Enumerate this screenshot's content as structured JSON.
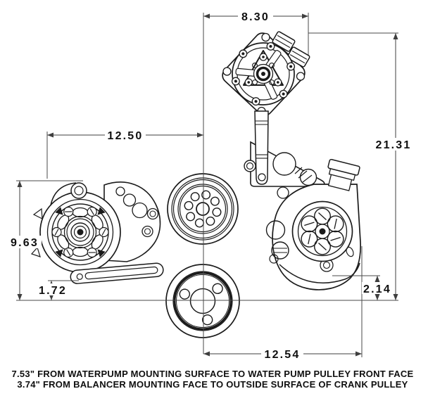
{
  "dimensions": {
    "compressor_mount_width": "8.30",
    "overall_height": "21.31",
    "alternator_to_center_width": "12.50",
    "alternator_height": "9.63",
    "alternator_bottom_offset": "1.72",
    "pump_bottom_offset": "2.14",
    "center_to_pump_width": "12.54"
  },
  "notes": [
    "7.53\" FROM WATERPUMP MOUNTING SURFACE TO WATER PUMP PULLEY FRONT FACE",
    "3.74\" FROM BALANCER MOUNTING FACE TO OUTSIDE SURFACE OF CRANK PULLEY"
  ],
  "colors": {
    "line": "#1b1b1b",
    "dimension_line": "#3f3f3f",
    "background": "#ffffff",
    "text": "#0f0f0f"
  }
}
